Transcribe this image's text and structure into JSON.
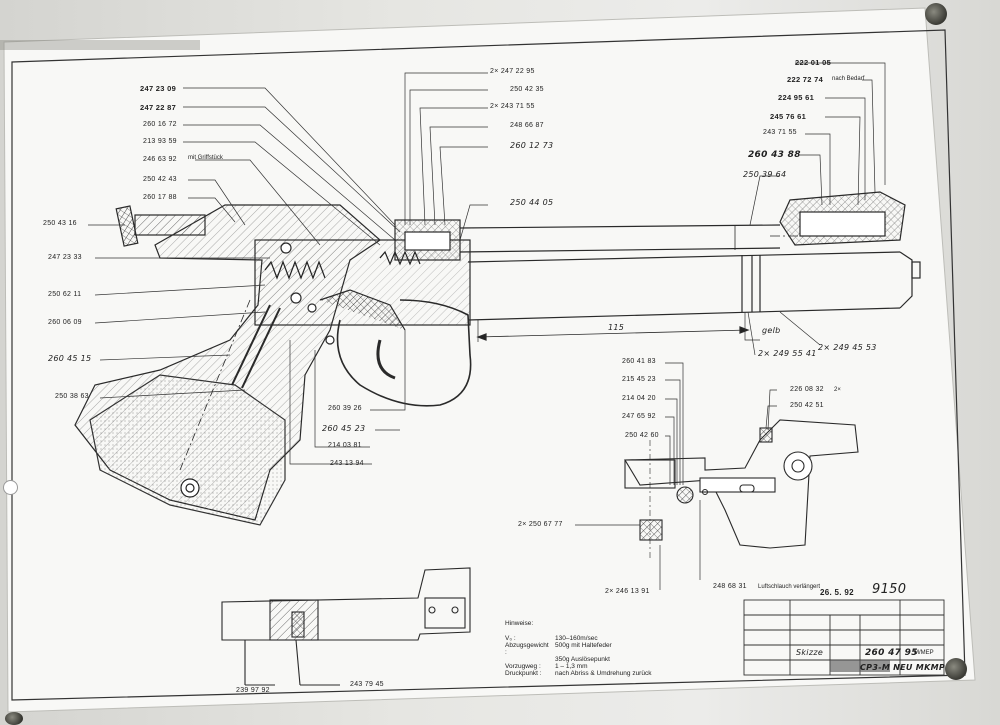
{
  "labels_left": [
    "247 23 09",
    "247 22 87",
    "260 16 72",
    "213 93 59",
    "246 63 92",
    "250 42 43",
    "260 17 88",
    "250 43 16",
    "247 23 33",
    "250 62 11",
    "260 06 09",
    "260 45 15",
    "250 38 63"
  ],
  "label_mit_griffstueck": "mit Griffstück",
  "labels_center_top": [
    "2× 247 22 95",
    "250 42 35",
    "2× 243 71 55",
    "248 66 87",
    "260 12 73",
    "250 44 05"
  ],
  "labels_right_top": [
    "222 01 05",
    "222 72 74",
    "224 95 61",
    "245 76 61",
    "243 71 55",
    "260 43 88",
    "250 39 64"
  ],
  "label_right_note": "nach Bedarf",
  "labels_lower_center": [
    "260 39 26",
    "260 45 23",
    "214 03 81",
    "243 13 94"
  ],
  "dimension_115": "115",
  "label_gelb": "gelb",
  "labels_barrel": [
    "2× 249 55 41",
    "2× 249 45 53"
  ],
  "labels_detail": [
    "260 41 83",
    "215 45 23",
    "214 04 20",
    "247 65 92",
    "250 42 60",
    "226 08 32",
    "250 42 51",
    "2× 250 67 77",
    "2× 246 13 91",
    "248 68 31"
  ],
  "label_226_suffix": "2×",
  "label_248_note": "Luftschlauch verlängert",
  "labels_bottom": [
    "239 97 92",
    "243 79 45"
  ],
  "notes": {
    "heading": "Hinweise:",
    "rows": [
      {
        "k": "V₀ :",
        "v": "130–160m/sec"
      },
      {
        "k": "Abzugsgewicht :",
        "v": "500g mit Haltefeder"
      },
      {
        "k": "",
        "v": "350g Auslösepunkt"
      },
      {
        "k": "Vorzugweg :",
        "v": "1 – 1,3 mm"
      },
      {
        "k": "Druckpunkt :",
        "v": "nach Abriss & Umdrehung zurück"
      }
    ]
  },
  "stamp": "26. 5. 92",
  "handwritten_number": "9150",
  "title_block": {
    "drawing_number": "260 47 95",
    "title": "CP3-M NEU MKMP",
    "skizze": "Skizze",
    "small_code": "M/MEP"
  },
  "colors": {
    "line": "#2a2a2a",
    "paper": "#f7f7f5",
    "hatch": "#555555",
    "wall": "#e0e0dc"
  }
}
